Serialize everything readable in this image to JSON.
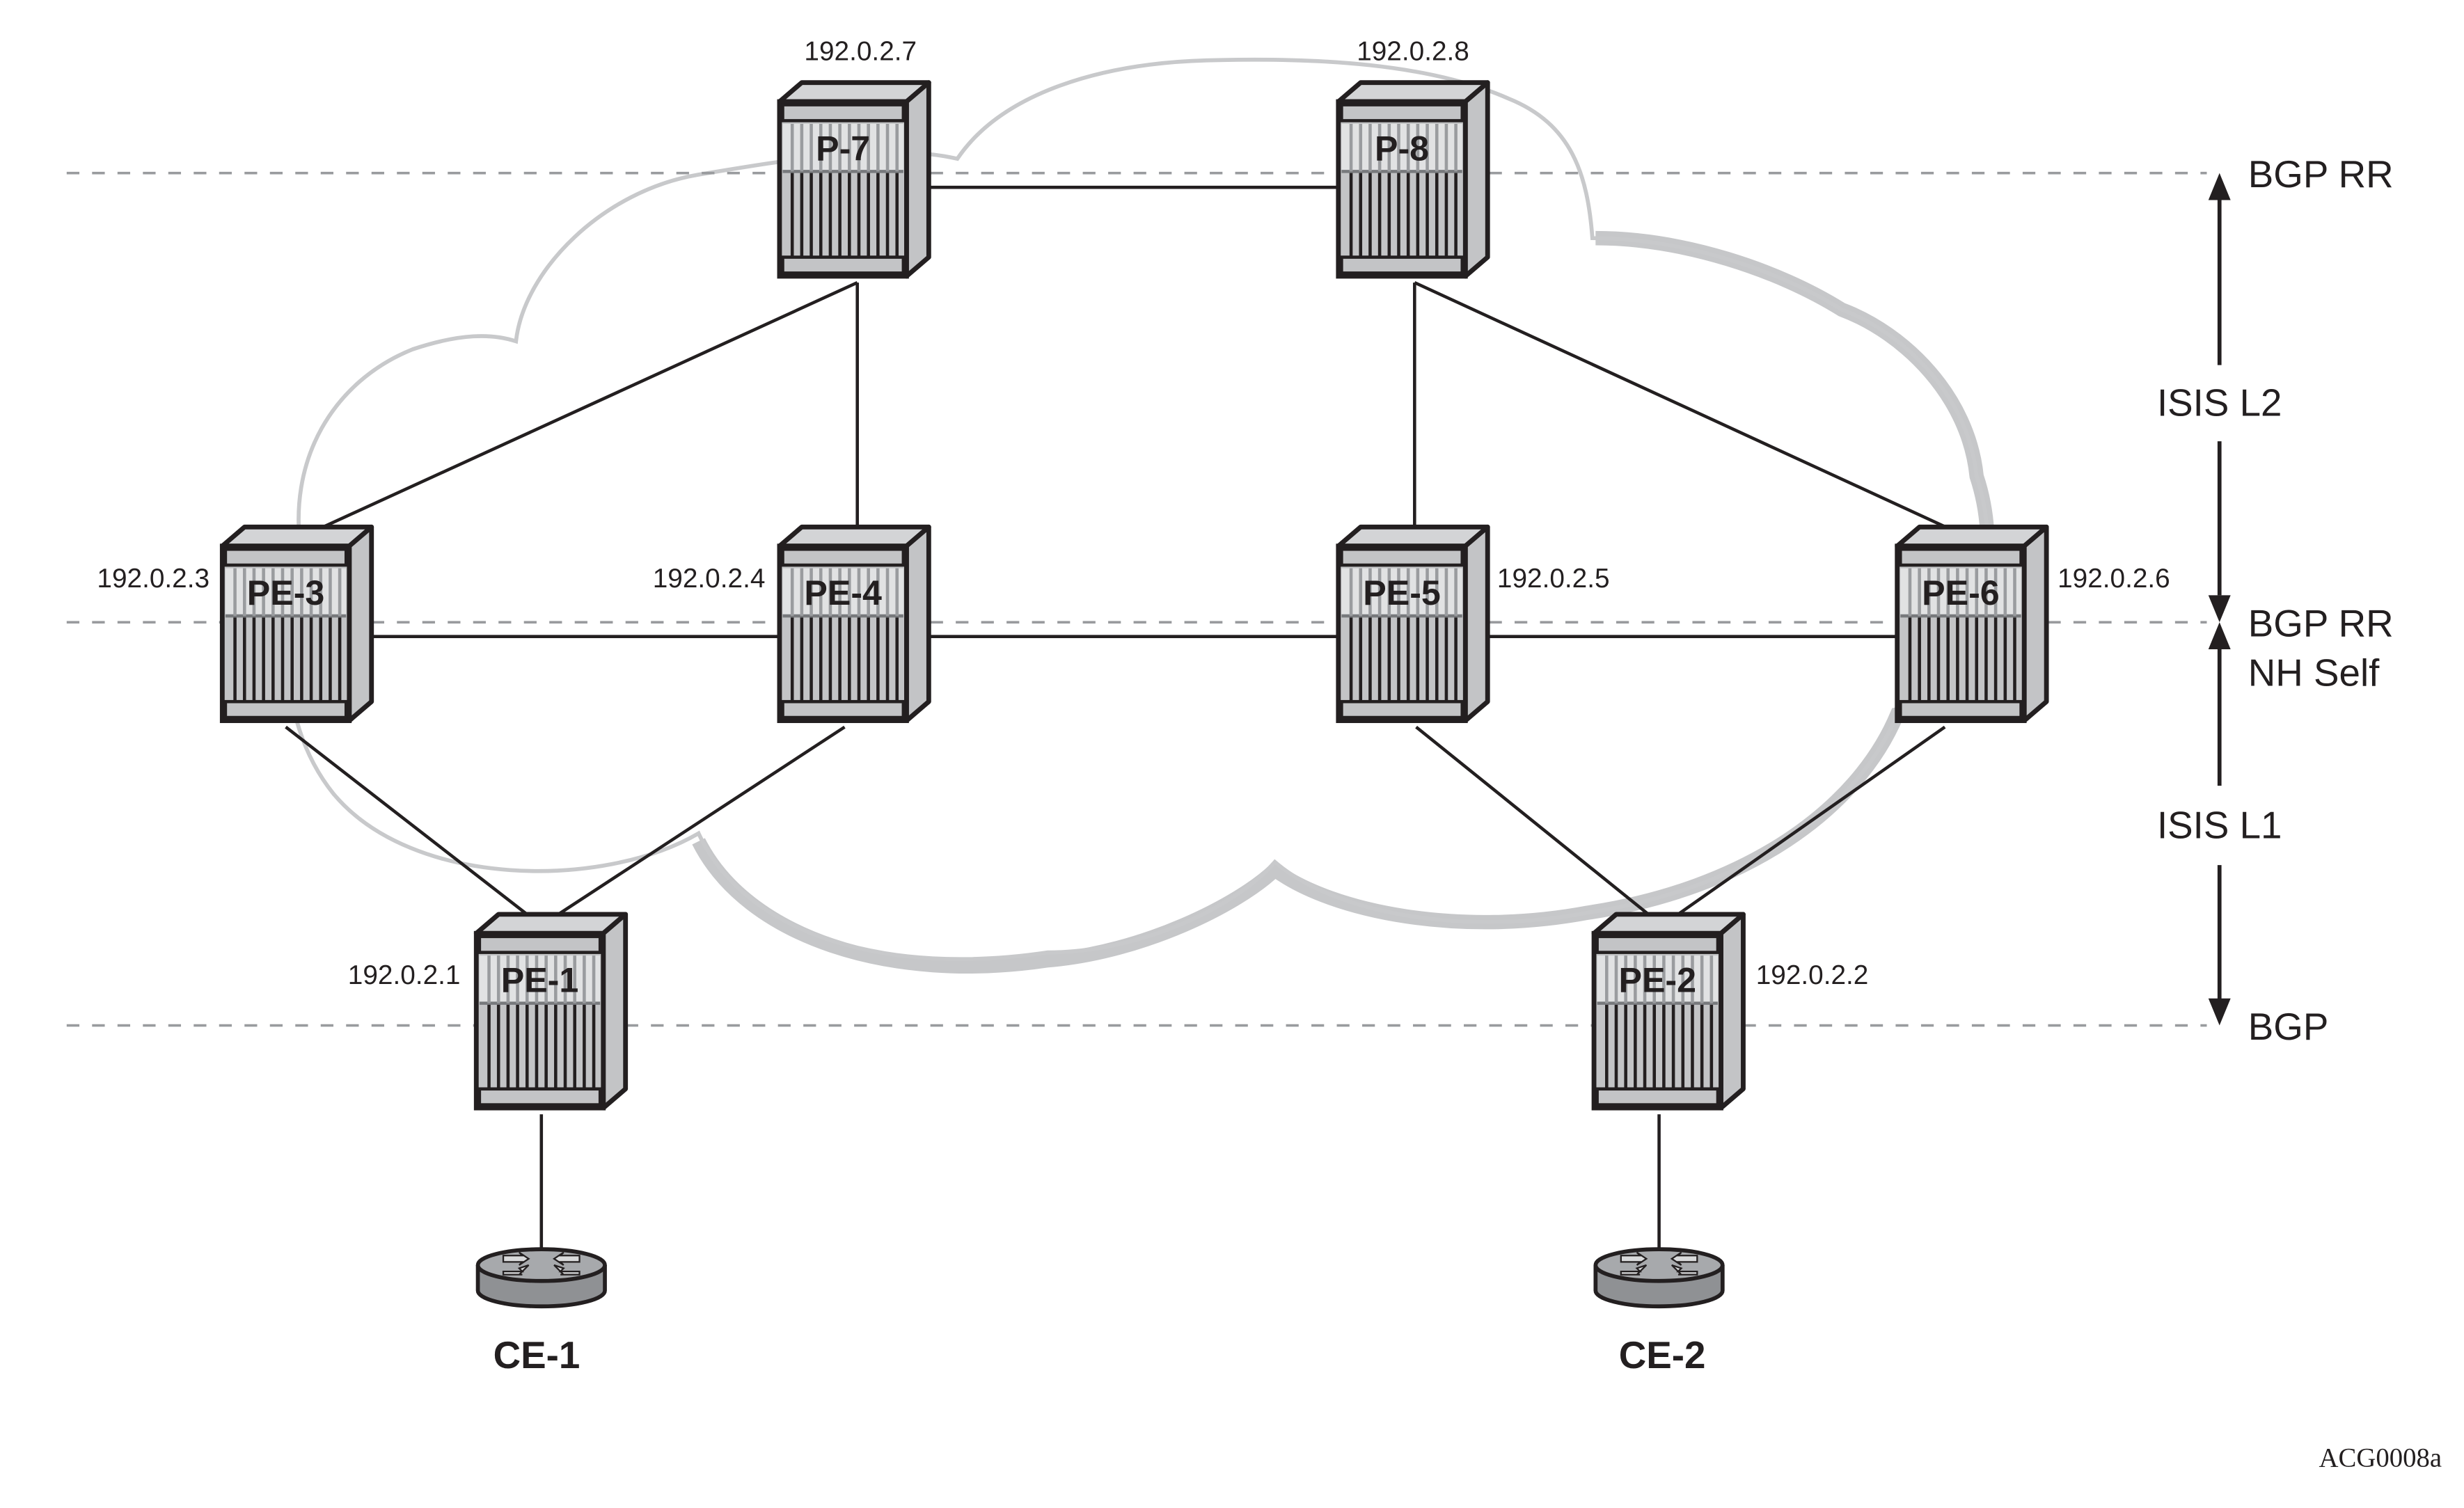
{
  "diagram": {
    "figure_id": "ACG0008a",
    "colors": {
      "line": "#231f20",
      "dashed": "#999b9e",
      "cloud_outline": "#c8c9cb",
      "cloud_shadow": "#c6c7c9",
      "device_body": "#c3c4c6",
      "device_label_band": "#e1e2e3",
      "ce_body": "#8f9194"
    },
    "levels": [
      {
        "id": "rr",
        "label_lines": [
          "BGP RR"
        ]
      },
      {
        "id": "rr-nh",
        "label_lines": [
          "BGP RR",
          "NH Self"
        ]
      },
      {
        "id": "bgp",
        "label_lines": [
          "BGP"
        ]
      }
    ],
    "scopes": [
      {
        "id": "isis-l2",
        "label": "ISIS L2"
      },
      {
        "id": "isis-l1",
        "label": "ISIS L1"
      }
    ],
    "nodes": [
      {
        "id": "P-7",
        "label": "P-7",
        "ip": "192.0.2.7",
        "type": "router"
      },
      {
        "id": "P-8",
        "label": "P-8",
        "ip": "192.0.2.8",
        "type": "router"
      },
      {
        "id": "PE-3",
        "label": "PE-3",
        "ip": "192.0.2.3",
        "type": "router"
      },
      {
        "id": "PE-4",
        "label": "PE-4",
        "ip": "192.0.2.4",
        "type": "router"
      },
      {
        "id": "PE-5",
        "label": "PE-5",
        "ip": "192.0.2.5",
        "type": "router"
      },
      {
        "id": "PE-6",
        "label": "PE-6",
        "ip": "192.0.2.6",
        "type": "router"
      },
      {
        "id": "PE-1",
        "label": "PE-1",
        "ip": "192.0.2.1",
        "type": "router"
      },
      {
        "id": "PE-2",
        "label": "PE-2",
        "ip": "192.0.2.2",
        "type": "router"
      },
      {
        "id": "CE-1",
        "label": "CE-1",
        "type": "ce-router"
      },
      {
        "id": "CE-2",
        "label": "CE-2",
        "type": "ce-router"
      }
    ],
    "links": [
      [
        "P-7",
        "P-8"
      ],
      [
        "P-7",
        "PE-3"
      ],
      [
        "P-7",
        "PE-4"
      ],
      [
        "P-8",
        "PE-5"
      ],
      [
        "P-8",
        "PE-6"
      ],
      [
        "PE-3",
        "PE-4"
      ],
      [
        "PE-4",
        "PE-5"
      ],
      [
        "PE-5",
        "PE-6"
      ],
      [
        "PE-3",
        "PE-1"
      ],
      [
        "PE-4",
        "PE-1"
      ],
      [
        "PE-5",
        "PE-2"
      ],
      [
        "PE-6",
        "PE-2"
      ],
      [
        "PE-1",
        "CE-1"
      ],
      [
        "PE-2",
        "CE-2"
      ]
    ]
  }
}
